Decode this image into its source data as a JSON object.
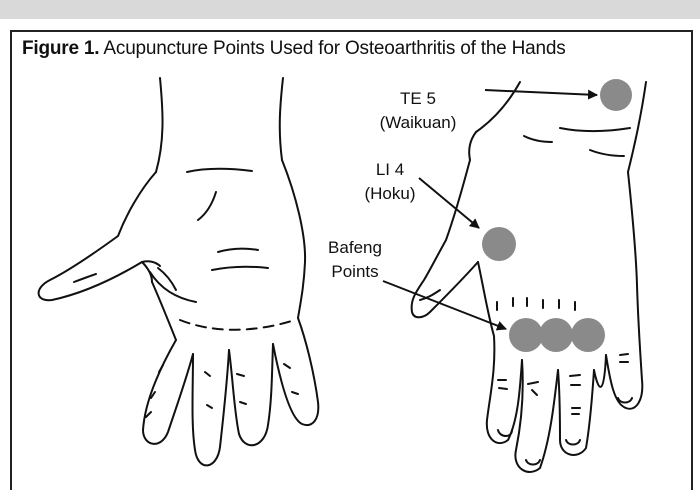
{
  "figure": {
    "label": "Figure 1.",
    "title": "Acupuncture Points Used for Osteoarthritis of the Hands"
  },
  "points": [
    {
      "name": "TE 5",
      "alt": "(Waikuan)"
    },
    {
      "name": "LI 4",
      "alt": "(Hoku)"
    },
    {
      "name": "Bafeng",
      "alt": "Points"
    }
  ],
  "colors": {
    "point": "#8a8a8a",
    "line": "#111111",
    "topbar": "#d9d9d9"
  }
}
